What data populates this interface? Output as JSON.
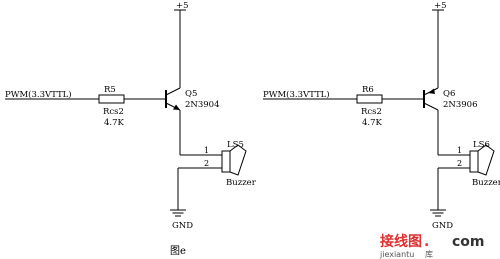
{
  "colors": {
    "wire": "#000000",
    "watermark_red": "#e03030",
    "watermark_dark": "#333333"
  },
  "circuits": [
    {
      "input_label": "PWM(3.3VTTL)",
      "resistor_ref": "R5",
      "resistor_footprint": "Rcs2",
      "resistor_value": "4.7K",
      "transistor_ref": "Q5",
      "transistor_part": "2N3904",
      "supply_label": "+5",
      "buzzer_ref": "LS5",
      "buzzer_name": "Buzzer",
      "ground_label": "GND",
      "pin1": "1",
      "pin2": "2"
    },
    {
      "input_label": "PWM(3.3VTTL)",
      "resistor_ref": "R6",
      "resistor_footprint": "Rcs2",
      "resistor_value": "4.7K",
      "transistor_ref": "Q6",
      "transistor_part": "2N3906",
      "supply_label": "+5",
      "buzzer_ref": "LS6",
      "buzzer_name": "Buzzer",
      "ground_label": "GND",
      "pin1": "1",
      "pin2": "2"
    }
  ],
  "caption": "图e",
  "watermark": {
    "chinese": "接线图",
    "dot": ".",
    "domain": "com",
    "url": "jiexiantu",
    "url_suffix": "库"
  }
}
